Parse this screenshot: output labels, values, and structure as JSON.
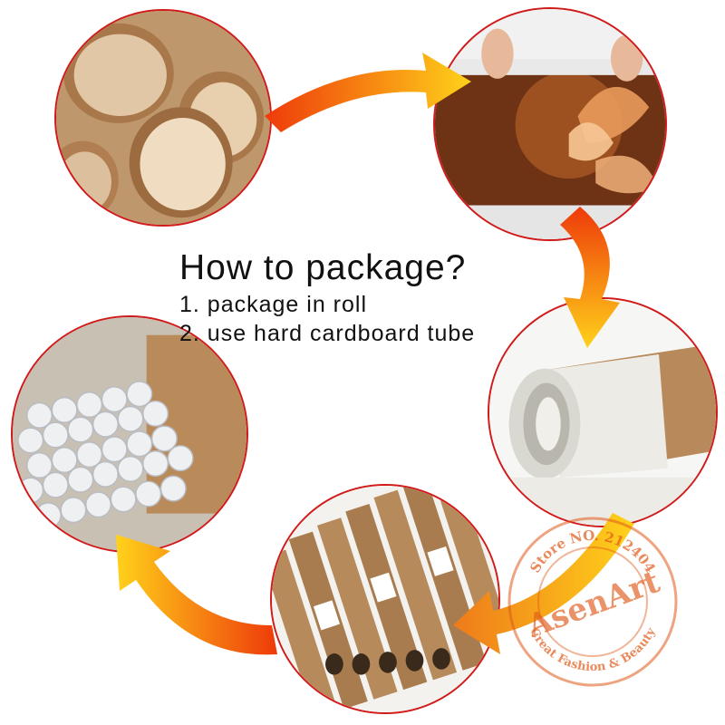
{
  "heading": {
    "title": "How to package?",
    "step1": "1. package in roll",
    "step2": "2. use hard cardboard tube"
  },
  "photos": [
    {
      "icon": "cardboard-tubes-photo"
    },
    {
      "icon": "canvas-print-photo"
    },
    {
      "icon": "rolled-canvas-in-tube-photo"
    },
    {
      "icon": "stacked-tubes-photo"
    },
    {
      "icon": "wrapped-rolls-photo"
    }
  ],
  "watermark": {
    "brand": "AsenArt",
    "store": "Store NO. 212404",
    "slogan": "Creat Fashion & Beauty"
  },
  "colors": {
    "circle_border": "#d11a1a",
    "arrow_start": "#ffd21a",
    "arrow_end": "#ee3a0a",
    "cardboard": "#b78a5c",
    "stamp": "#e05a1a"
  }
}
